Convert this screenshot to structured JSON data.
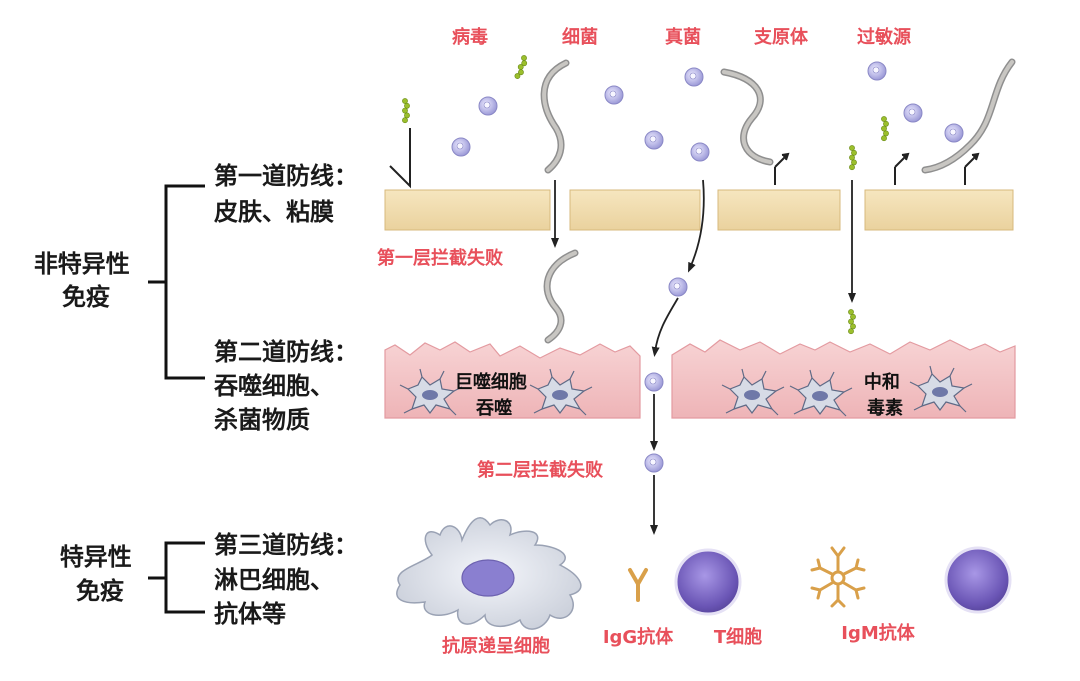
{
  "colors": {
    "red_label": "#e8505b",
    "skin": "#f1deb0",
    "mucosa": "#f3c2c4",
    "microbe": "#a7a6de",
    "lymphocyte": "#7b68c2",
    "antibody": "#d9a04a"
  },
  "pathogens": {
    "virus": "病毒",
    "bacteria": "细菌",
    "fungus": "真菌",
    "mycoplasma": "支原体",
    "allergen": "过敏源"
  },
  "nonspecific_immunity": {
    "line1": "非特异性",
    "line2": "免疫"
  },
  "specific_immunity": {
    "line1": "特异性",
    "line2": "免疫"
  },
  "first_line": {
    "line1": "第一道防线：",
    "line2": "皮肤、粘膜"
  },
  "second_line": {
    "line1": "第二道防线：",
    "line2": "吞噬细胞、",
    "line3": "杀菌物质"
  },
  "third_line": {
    "line1": "第三道防线：",
    "line2": "淋巴细胞、",
    "line3": "抗体等"
  },
  "first_barrier_fail": "第一层拦截失败",
  "second_barrier_fail": "第二层拦截失败",
  "macrophage": {
    "line1": "巨噬细胞",
    "line2": "吞噬"
  },
  "neutralize": {
    "line1": "中和",
    "line2": "毒素"
  },
  "cells": {
    "apc": "抗原递呈细胞",
    "igg": "IgG抗体",
    "tcell": "T细胞",
    "igm": "IgM抗体"
  }
}
